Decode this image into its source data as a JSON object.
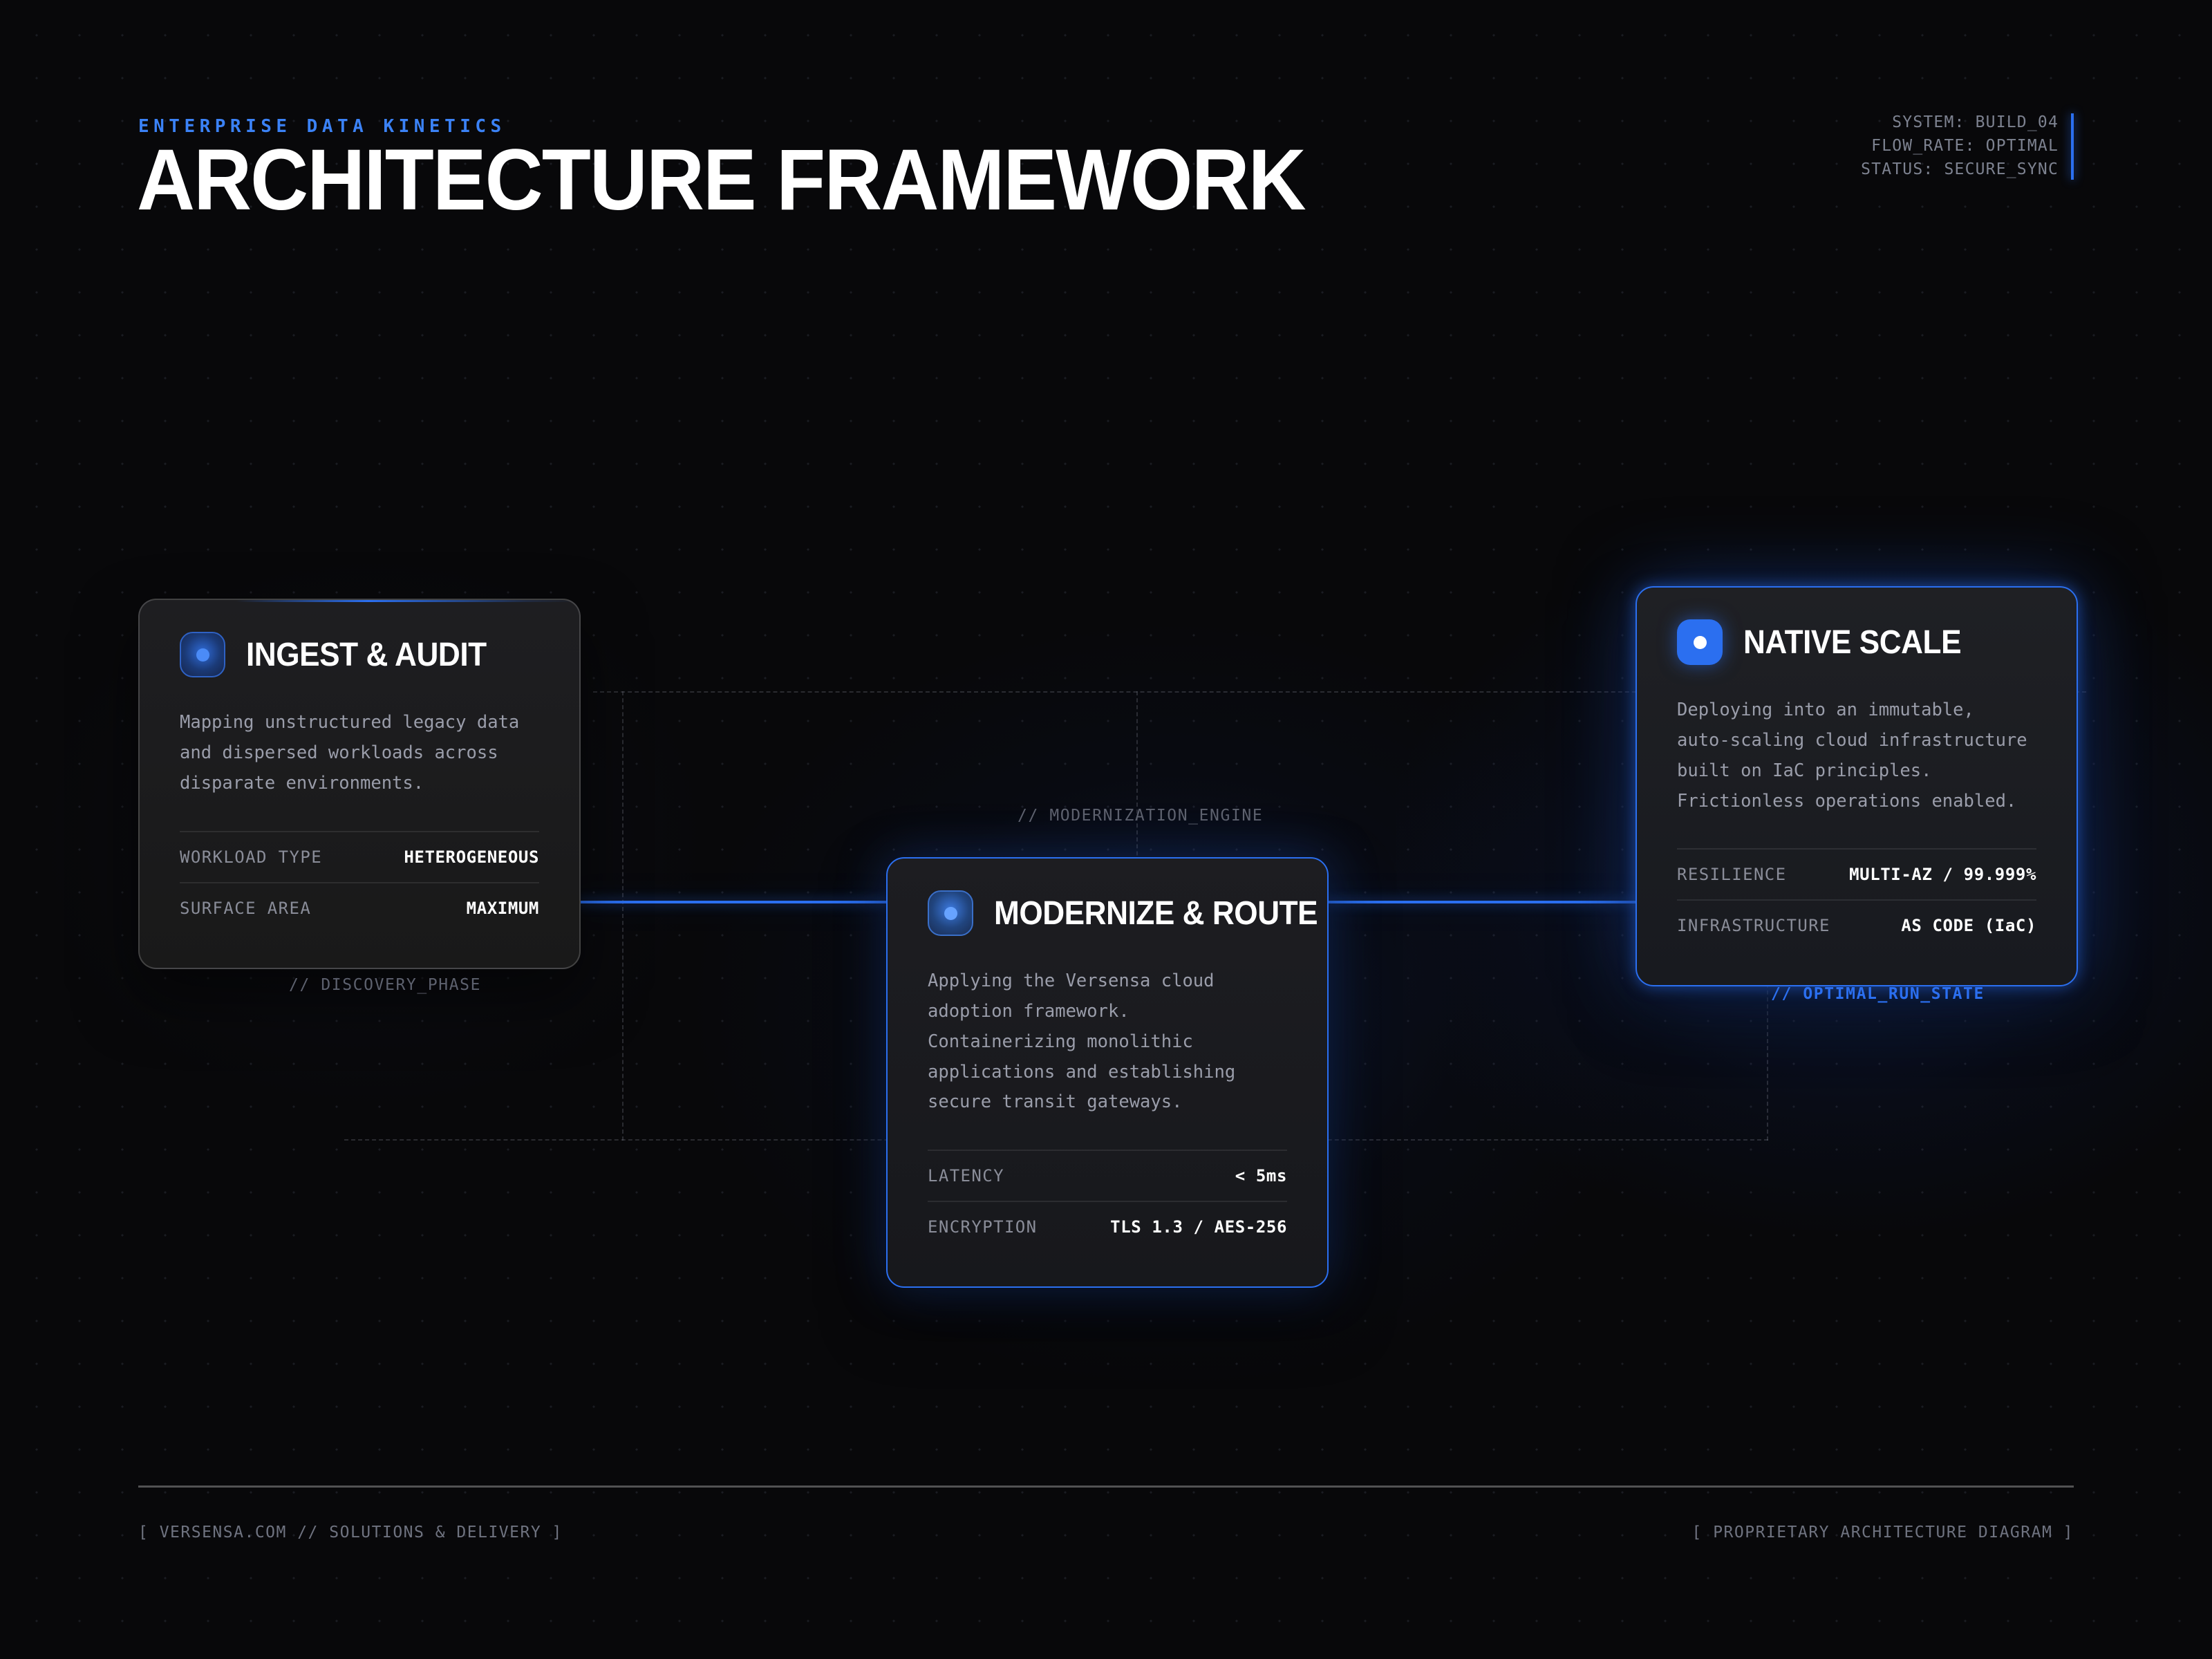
{
  "theme": {
    "background": "#08080a",
    "accent": "#2b6ff0",
    "eyebrow_color": "#3b82f6",
    "card_surface": "#1b1b1e",
    "muted_text": "#8a8d99",
    "body_text": "#9a9daa"
  },
  "header": {
    "eyebrow": "ENTERPRISE DATA KINETICS",
    "title": "ARCHITECTURE FRAMEWORK"
  },
  "system_readout": {
    "lines": [
      "SYSTEM: BUILD_04",
      "FLOW_RATE: OPTIMAL",
      "STATUS: SECURE_SYNC"
    ]
  },
  "stages": [
    {
      "id": "ingest",
      "icon": "node-dot-icon",
      "title": "INGEST & AUDIT",
      "body": "Mapping unstructured legacy data and dispersed workloads across disparate environments.",
      "metrics": [
        {
          "label": "WORKLOAD TYPE",
          "value": "HETEROGENEOUS"
        },
        {
          "label": "SURFACE AREA",
          "value": "MAXIMUM"
        }
      ],
      "phase_tag": "// DISCOVERY_PHASE"
    },
    {
      "id": "modernize",
      "icon": "node-dot-icon",
      "title": "MODERNIZE & ROUTE",
      "body": "Applying the Versensa cloud adoption framework. Containerizing monolithic applications and establishing secure transit gateways.",
      "metrics": [
        {
          "label": "LATENCY",
          "value": "< 5ms"
        },
        {
          "label": "ENCRYPTION",
          "value": "TLS 1.3 / AES-256"
        }
      ],
      "phase_tag": "// MODERNIZATION_ENGINE"
    },
    {
      "id": "native",
      "icon": "node-dot-icon",
      "title": "NATIVE SCALE",
      "body": "Deploying into an immutable, auto-scaling cloud infrastructure built on IaC principles. Frictionless operations enabled.",
      "metrics": [
        {
          "label": "RESILIENCE",
          "value": "MULTI-AZ / 99.999%"
        },
        {
          "label": "INFRASTRUCTURE",
          "value": "AS CODE (IaC)"
        }
      ],
      "phase_tag": "// OPTIMAL_RUN_STATE"
    }
  ],
  "footer": {
    "left": "[ VERSENSA.COM // SOLUTIONS & DELIVERY ]",
    "right": "[ PROPRIETARY ARCHITECTURE DIAGRAM ]"
  }
}
